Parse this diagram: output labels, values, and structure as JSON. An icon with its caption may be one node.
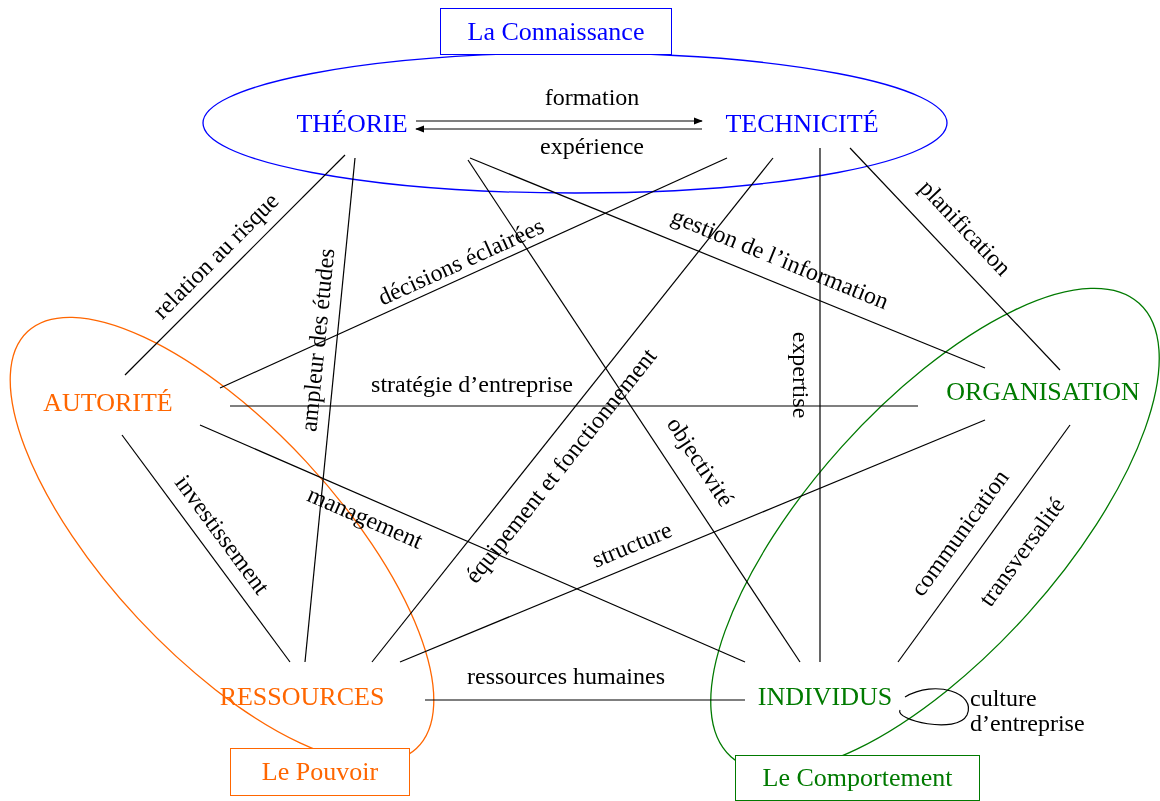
{
  "diagram": {
    "nodes": [
      {
        "text": [
          "La Connaissance"
        ]
      },
      {
        "text": [
          "THÉORIE"
        ],
        "in": 0
      },
      {
        "text": [
          "TECHNICITÉ"
        ],
        "in": 0
      },
      {
        "text": [
          "Le Pouvoir"
        ]
      },
      {
        "text": [
          "AUTORITÉ"
        ],
        "in": 3
      },
      {
        "text": [
          "RESSOURCES"
        ],
        "in": 3
      },
      {
        "text": [
          "Le Comportement"
        ]
      },
      {
        "text": [
          "ORGANISATION"
        ],
        "in": 6
      },
      {
        "text": [
          "INDIVIDUS"
        ],
        "in": 6
      }
    ],
    "edges": [
      {
        "from": 1,
        "to": 2,
        "arrow": "to",
        "label": "formation"
      },
      {
        "from": 2,
        "to": 1,
        "arrow": "to",
        "label": "expérience"
      },
      {
        "from": 1,
        "to": 4,
        "arrow": "none",
        "label": "relation au risque"
      },
      {
        "from": 1,
        "to": 5,
        "arrow": "none",
        "label": "ampleur des études"
      },
      {
        "from": 1,
        "to": 7,
        "arrow": "none",
        "label": "gestion de l’information"
      },
      {
        "from": 1,
        "to": 8,
        "arrow": "none",
        "label": "objectivité"
      },
      {
        "from": 2,
        "to": 4,
        "arrow": "none",
        "label": "décisions éclairées"
      },
      {
        "from": 2,
        "to": 5,
        "arrow": "none",
        "label": "équipement et fonctionnement"
      },
      {
        "from": 2,
        "to": 8,
        "arrow": "none",
        "label": "expertise"
      },
      {
        "from": 2,
        "to": 7,
        "arrow": "none",
        "label": "planification"
      },
      {
        "from": 4,
        "to": 7,
        "arrow": "none",
        "label": "stratégie d’entreprise"
      },
      {
        "from": 4,
        "to": 5,
        "arrow": "none",
        "label": "investissement"
      },
      {
        "from": 4,
        "to": 8,
        "arrow": "none",
        "label": "management"
      },
      {
        "from": 7,
        "to": 5,
        "arrow": "none",
        "label": "structure"
      },
      {
        "from": 7,
        "to": 8,
        "arrow": "none",
        "label": "communication"
      },
      {
        "from": 5,
        "to": 8,
        "arrow": "none",
        "label": "ressources humaines"
      },
      {
        "from": 8,
        "to": 8,
        "arrow": "none",
        "label": "culture d’entreprise"
      }
    ],
    "labels": [
      "transversalité"
    ]
  }
}
